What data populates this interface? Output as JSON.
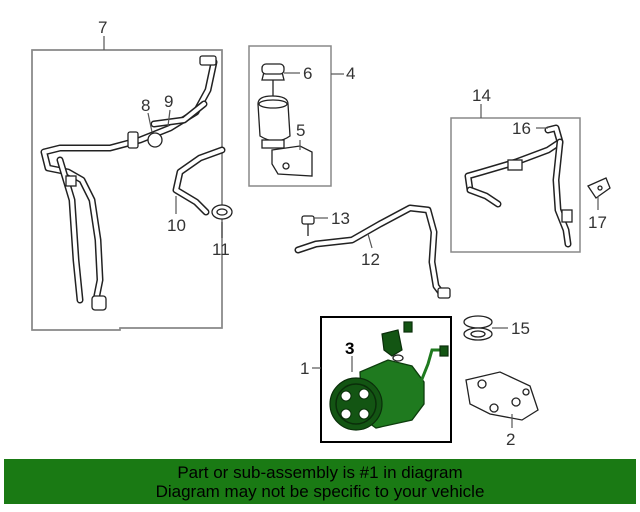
{
  "callouts": {
    "c1": "1",
    "c2": "2",
    "c3": "3",
    "c4": "4",
    "c5": "5",
    "c6": "6",
    "c7": "7",
    "c8": "8",
    "c9": "9",
    "c10": "10",
    "c11": "11",
    "c12": "12",
    "c13": "13",
    "c14": "14",
    "c15": "15",
    "c16": "16",
    "c17": "17"
  },
  "banner": {
    "line1": "Part or sub-assembly is #1 in diagram",
    "line2": "Diagram may not be specific to your vehicle"
  },
  "colors": {
    "banner": "#1a7a14",
    "compressor": "#1f7a1f"
  }
}
